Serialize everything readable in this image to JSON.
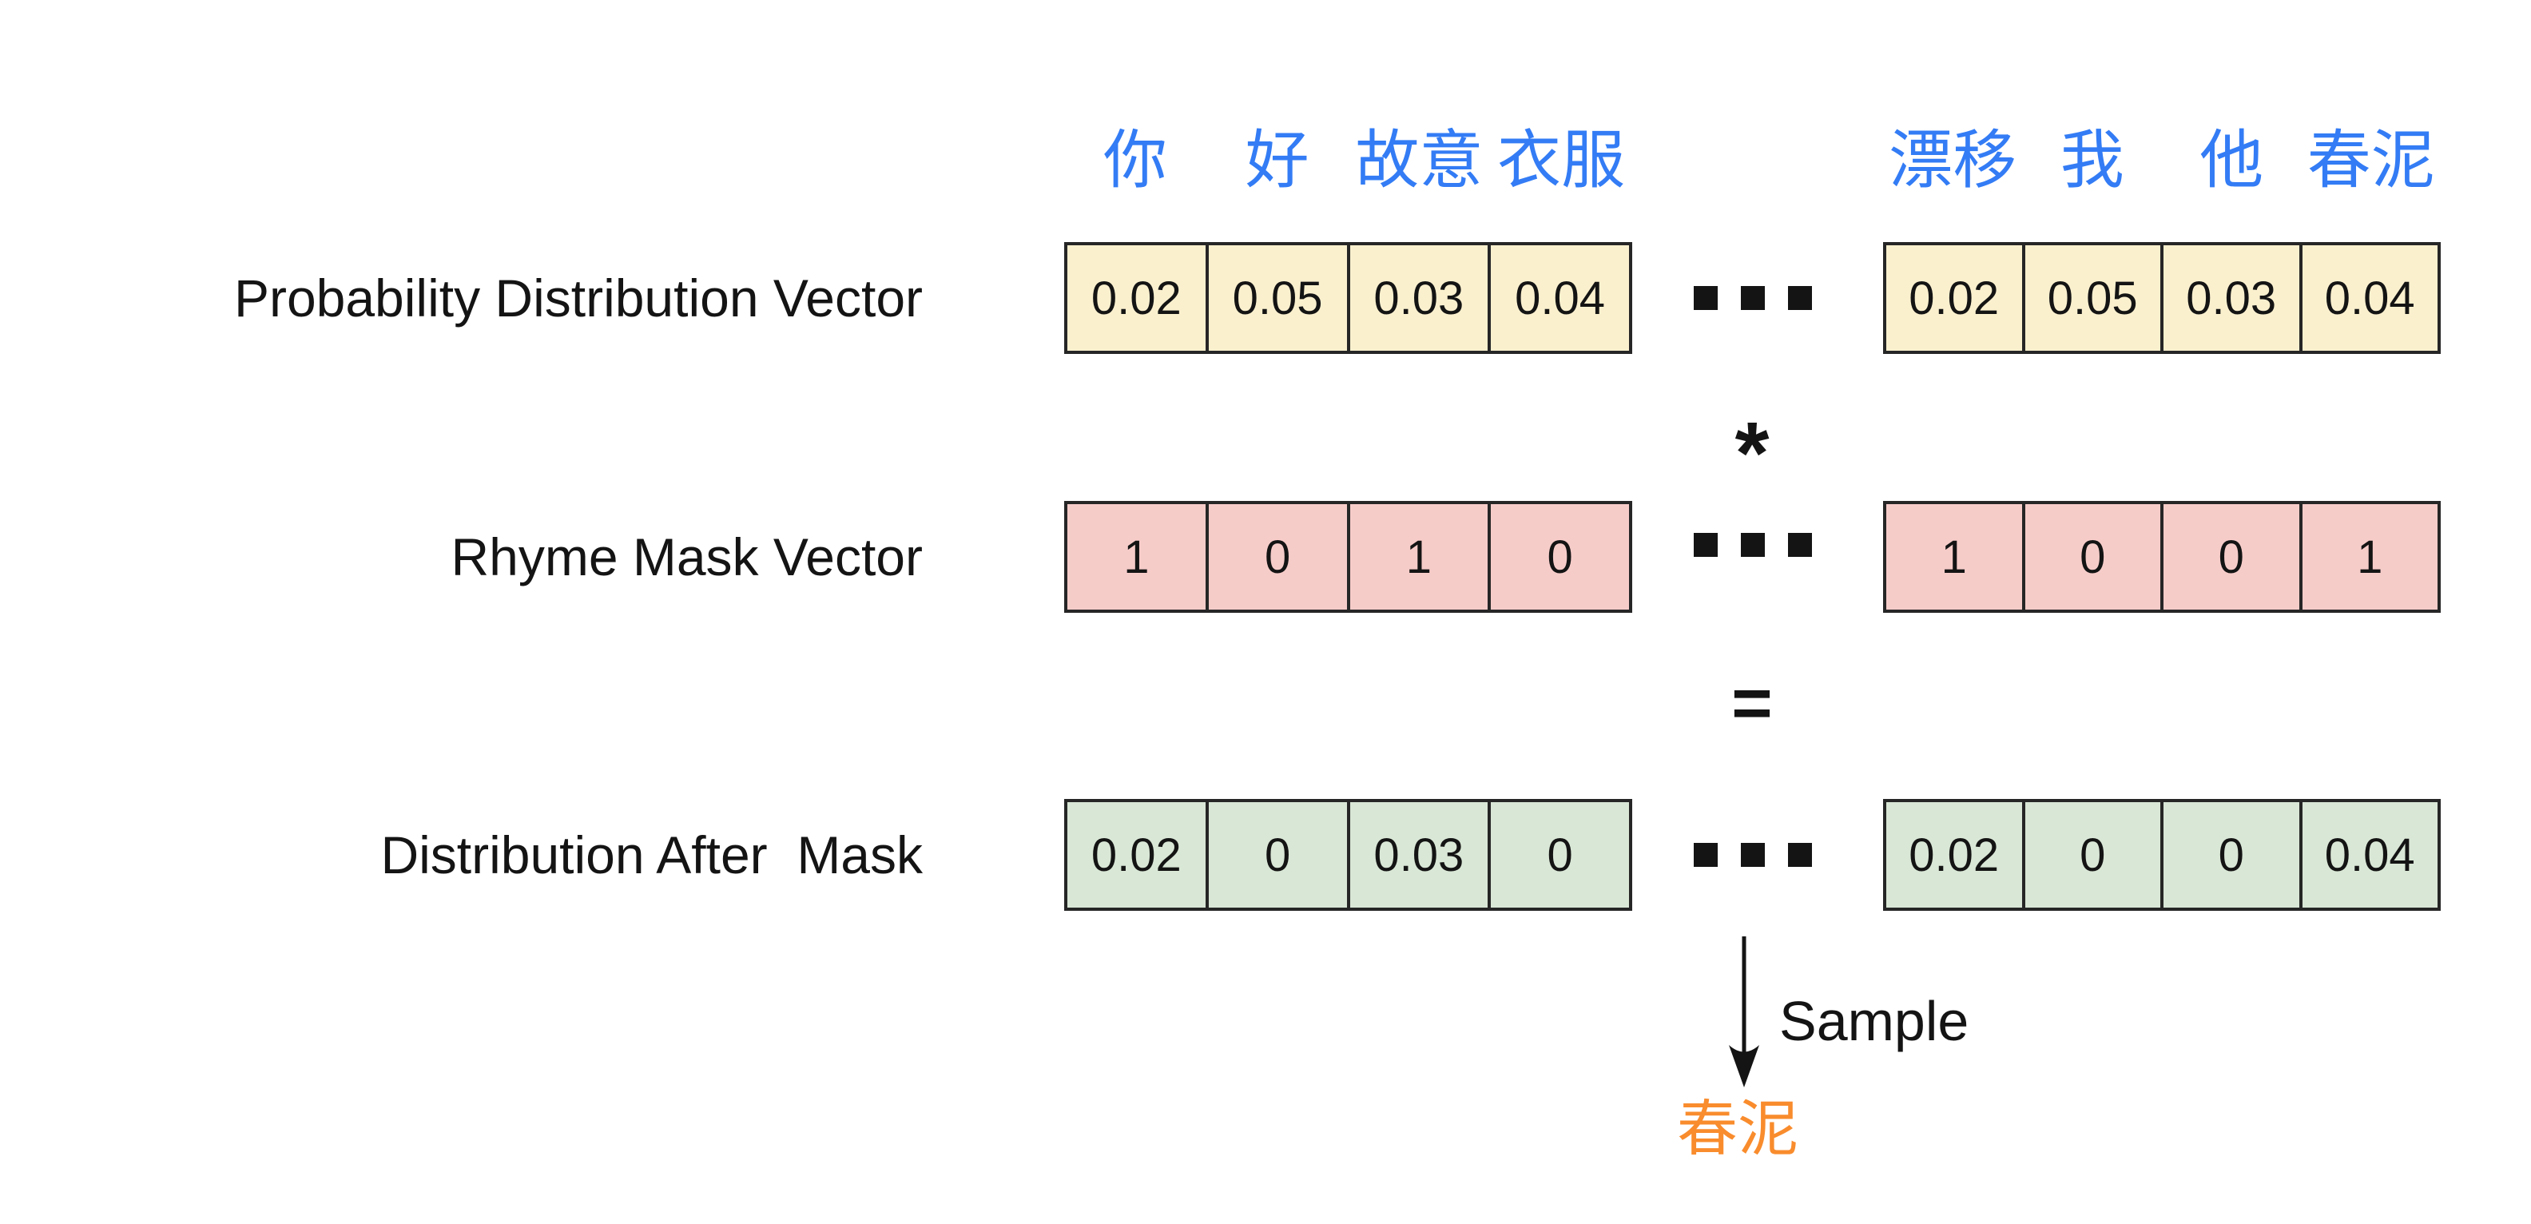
{
  "colors": {
    "token_blue": "#337CF5",
    "result_orange": "#F98C2D",
    "border_black": "#262626",
    "text_black": "#141414",
    "probability_fill": "#FAF0CE",
    "mask_fill": "#F6CCC9",
    "masked_fill": "#D9E7D6"
  },
  "header": {
    "left_tokens": [
      "你",
      "好",
      "故意",
      "衣服"
    ],
    "right_tokens": [
      "漂移",
      "我",
      "他",
      "春泥"
    ]
  },
  "rows": [
    {
      "label": "Probability Distribution Vector",
      "left_values": [
        "0.02",
        "0.05",
        "0.03",
        "0.04"
      ],
      "right_values": [
        "0.02",
        "0.05",
        "0.03",
        "0.04"
      ],
      "fill": "#FAF0CE"
    },
    {
      "label": "Rhyme Mask Vector",
      "left_values": [
        "1",
        "0",
        "1",
        "0"
      ],
      "right_values": [
        "1",
        "0",
        "0",
        "1"
      ],
      "fill": "#F6CCC9"
    },
    {
      "label": "Distribution After  Mask",
      "left_values": [
        "0.02",
        "0",
        "0.03",
        "0"
      ],
      "right_values": [
        "0.02",
        "0",
        "0",
        "0.04"
      ],
      "fill": "#D9E7D6"
    }
  ],
  "operators": {
    "multiply": "*",
    "equals": "=",
    "ellipsis": "..."
  },
  "sample": {
    "arrow_label": "Sample",
    "result": "春泥"
  }
}
